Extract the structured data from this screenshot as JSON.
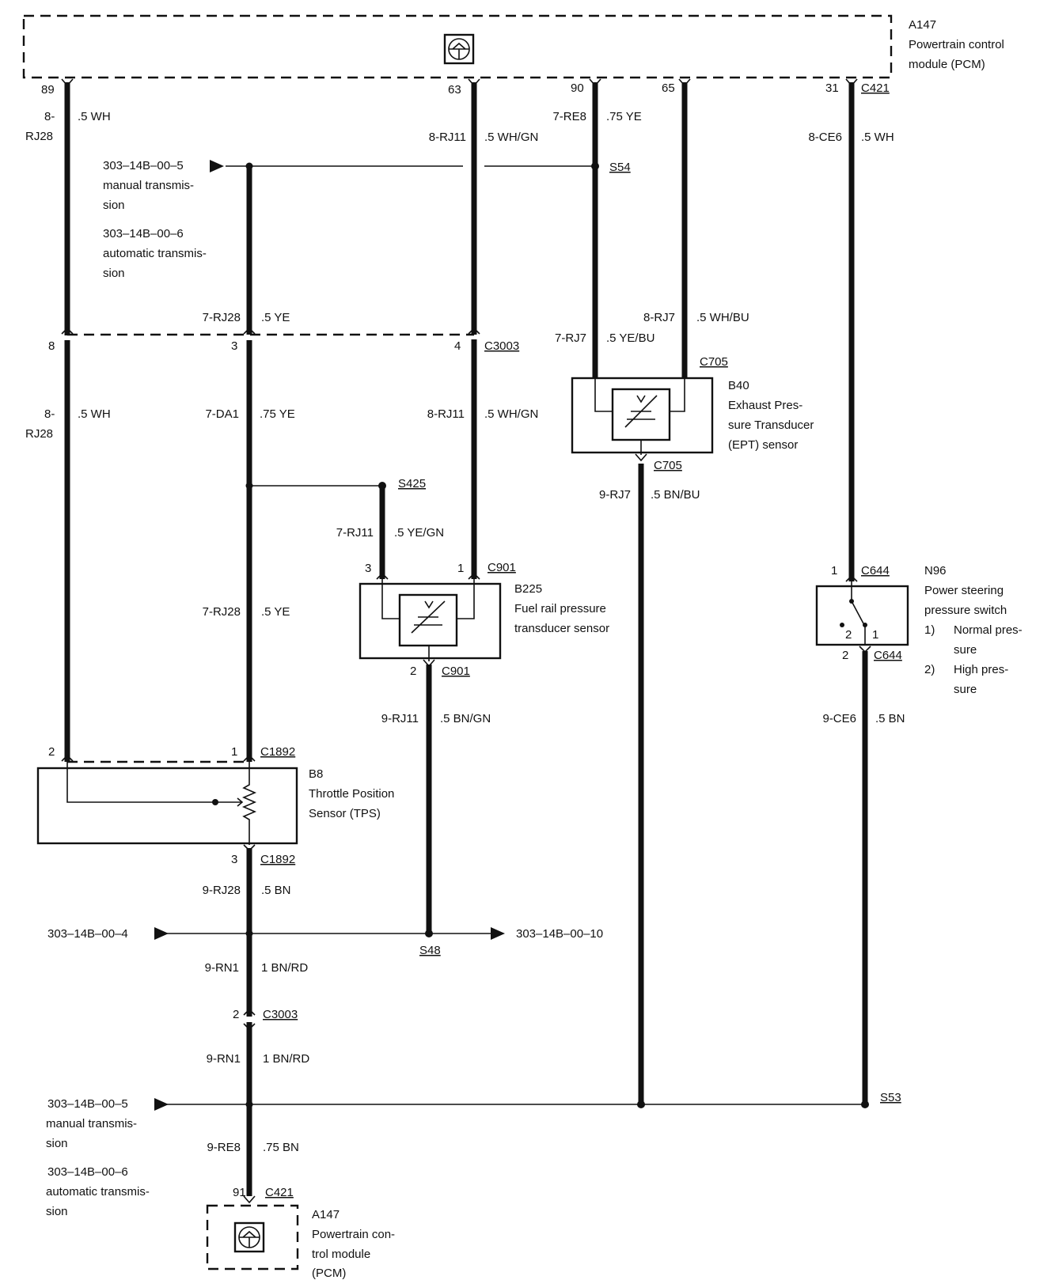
{
  "modules": {
    "pcm_top": {
      "id": "A147",
      "name_lines": [
        "Powertrain control",
        "module (PCM)"
      ]
    },
    "pcm_bottom": {
      "id": "A147",
      "name_lines": [
        "Powertrain con-",
        "trol module",
        "(PCM)"
      ]
    },
    "ept": {
      "id": "B40",
      "name_lines": [
        "Exhaust Pres-",
        "sure Transducer",
        "(EPT) sensor"
      ]
    },
    "frp": {
      "id": "B225",
      "name_lines": [
        "Fuel rail pressure",
        "transducer sensor"
      ]
    },
    "tps": {
      "id": "B8",
      "name_lines": [
        "Throttle Position",
        "Sensor (TPS)"
      ]
    },
    "psp": {
      "id": "N96",
      "name_lines": [
        "Power steering",
        "pressure switch"
      ],
      "notes": [
        [
          "1)",
          "Normal pres-",
          "sure"
        ],
        [
          "2)",
          "High pres-",
          "sure"
        ]
      ]
    }
  },
  "pins": {
    "p89": "89",
    "p63": "63",
    "p90": "90",
    "p65": "65",
    "p31": "31",
    "p8": "8",
    "p3": "3",
    "p4": "4",
    "frp3": "3",
    "frp1": "1",
    "frp2": "2",
    "tps2": "2",
    "tps1": "1",
    "tps3": "3",
    "c3003_2": "2",
    "p91": "91",
    "psp1": "1",
    "psp2": "2",
    "sw2": "2",
    "sw1": "1"
  },
  "connectors": {
    "c421_top": "C421",
    "c3003": "C3003",
    "c705_top": "C705",
    "c705_bot": "C705",
    "c901_top": "C901",
    "c901_bot": "C901",
    "c644_top": "C644",
    "c644_bot": "C644",
    "c1892_top": "C1892",
    "c1892_bot": "C1892",
    "c3003_b": "C3003",
    "c421_bot": "C421"
  },
  "splices": {
    "s54": "S54",
    "s425": "S425",
    "s48": "S48",
    "s53": "S53"
  },
  "wires": {
    "w1": {
      "circuit_lines": [
        "8-",
        "RJ28"
      ],
      "spec": ".5 WH"
    },
    "w2": {
      "circuit": "8-RJ11",
      "spec": ".5 WH/GN"
    },
    "w3": {
      "circuit": "7-RE8",
      "spec": ".75 YE"
    },
    "w4": {
      "circuit": "8-CE6",
      "spec": ".5 WH"
    },
    "w5": {
      "circuit": "7-RJ28",
      "spec": ".5 YE"
    },
    "w6": {
      "circuit": "8-RJ7",
      "spec": ".5 WH/BU"
    },
    "w7": {
      "circuit": "7-RJ7",
      "spec": ".5 YE/BU"
    },
    "w8": {
      "circuit_lines": [
        "8-",
        "RJ28"
      ],
      "spec": ".5 WH"
    },
    "w9": {
      "circuit": "7-DA1",
      "spec": ".75 YE"
    },
    "w10": {
      "circuit": "8-RJ11",
      "spec": ".5 WH/GN"
    },
    "w11": {
      "circuit": "9-RJ7",
      "spec": ".5 BN/BU"
    },
    "w12": {
      "circuit": "7-RJ11",
      "spec": ".5 YE/GN"
    },
    "w13": {
      "circuit": "7-RJ28",
      "spec": ".5 YE"
    },
    "w14": {
      "circuit": "9-RJ11",
      "spec": ".5 BN/GN"
    },
    "w15": {
      "circuit": "9-CE6",
      "spec": ".5 BN"
    },
    "w16": {
      "circuit": "9-RJ28",
      "spec": ".5 BN"
    },
    "w17": {
      "circuit": "9-RN1",
      "spec": "1 BN/RD"
    },
    "w18": {
      "circuit": "9-RN1",
      "spec": "1 BN/RD"
    },
    "w19": {
      "circuit": "9-RE8",
      "spec": ".75 BN"
    }
  },
  "refs": {
    "r1": {
      "code": "303–14B–00–5",
      "desc_lines": [
        "manual transmis-",
        "sion"
      ]
    },
    "r2": {
      "code": "303–14B–00–6",
      "desc_lines": [
        "automatic transmis-",
        "sion"
      ]
    },
    "r3": {
      "code": "303–14B–00–4"
    },
    "r4": {
      "code": "303–14B–00–10"
    },
    "r5": {
      "code": "303–14B–00–5",
      "desc_lines": [
        "manual transmis-",
        "sion"
      ]
    },
    "r6": {
      "code": "303–14B–00–6",
      "desc_lines": [
        "automatic transmis-",
        "sion"
      ]
    }
  }
}
